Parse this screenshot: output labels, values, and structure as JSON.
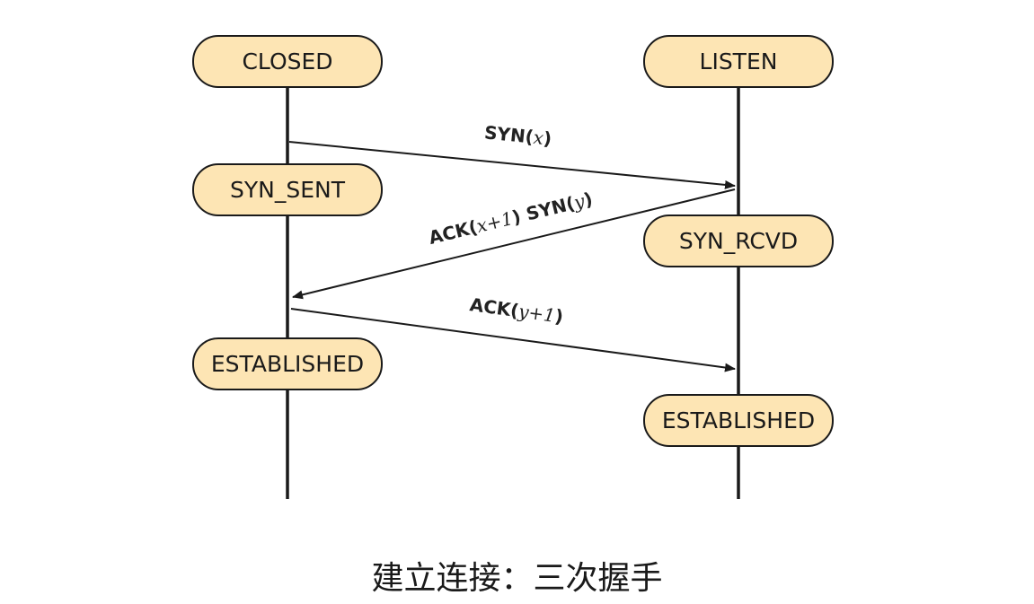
{
  "caption": "建立连接：三次握手",
  "colors": {
    "state_fill": "#fde5b4",
    "line": "#1a1a1a"
  },
  "states": {
    "client_closed": "CLOSED",
    "client_syn_sent": "SYN_SENT",
    "client_established": "ESTABLISHED",
    "server_listen": "LISTEN",
    "server_syn_rcvd": "SYN_RCVD",
    "server_established": "ESTABLISHED"
  },
  "messages": {
    "m1": {
      "prefix": "SYN(",
      "var": "x",
      "suffix": ")"
    },
    "m2": {
      "p1": "ACK(",
      "v1": "x+1",
      "p2": ") SYN(",
      "v2": "y",
      "p3": ")"
    },
    "m3": {
      "prefix": "ACK(",
      "var": "y+1",
      "suffix": ")"
    }
  }
}
